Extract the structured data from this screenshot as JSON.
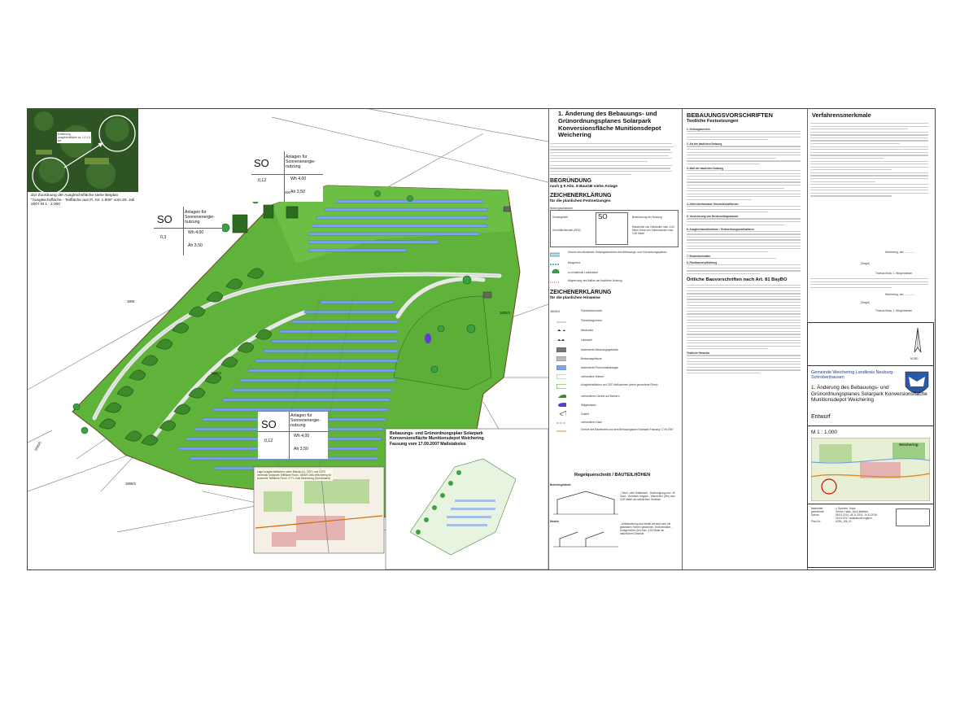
{
  "inset": {
    "marker_label": "Entfernung Ausgleichsfläche ca. 1,0-1,5 km",
    "caption": "Zur Zuordnung der Ausgleichsfläche siehe Beiplan \"Ausgleichsfläche - Teilfläche aus Fl.-Nr. 1.808\" vom 20. Juli 2007 M 1 : 2.000"
  },
  "map": {
    "labels": {
      "so_top": "SO",
      "so_top_text": "Anlagen für Sonnenenergie-nutzung",
      "so_top_grz": "0,12",
      "so_top_wh": "Wh 4,00",
      "so_top_ah": "Ah 3,50",
      "so_left": "SO",
      "so_left_text": "Anlagen für Sonnenenergie-nutzung",
      "so_left_grz": "0,3",
      "so_left_wh": "Wh 4,00",
      "so_left_ah": "Ah 3,50",
      "so_bottom": "SO",
      "so_bottom_text": "Anlagen für Sonnenenergie-nutzung",
      "so_bottom_grz": "0,12",
      "so_bottom_wh": "Wh 4,00",
      "so_bottom_ah": "Ah 3,50",
      "parcel_491": "491",
      "parcel_1805_a": "1805",
      "parcel_1805_4a": "1805/4",
      "parcel_1805_4b": "1805/4",
      "parcel_1805_5": "1805/5",
      "parcel_1805_3": "1805/3"
    },
    "location_inset_title": "Lage Ausgleichsflächen: siehe Beiplan A1, CEF1 und CEF2 innerhalb Solarpark Teilfläche Flurnr. 1805/4 Gmk Weichering für Ausbreite Teilfläche Flurnr. 2771 Gmk Weichering (Gehölzband)"
  },
  "overview": {
    "title": "Bebauungs- und Grünordnungsplan Solarpark Konversionsfläche Munitionsdepot Weichering Fassung vom 17.09.2007 Maßstabslos"
  },
  "col2": {
    "title": "1. Änderung des Bebauungs- und Grünordnungsplanes Solarpark Konversionsfläche Munitionsdepot Weichering",
    "begruendung": "BEGRÜNDUNG",
    "begruendung_sub": "nach § 9 Abs. 8 BauGB siehe Anlage",
    "zeichen1": "ZEICHENERKLÄRUNG",
    "zeichen1_sub": "für die planlichen Festsetzungen",
    "nutzung_label": "Nutzungsschablone",
    "schablone": {
      "left1": "Sondergebiet",
      "left2": "Grundflächenzahl (GRZ)",
      "so": "SO",
      "right_title": "Bezeichnung der Nutzung",
      "right_text": "Wandhöhe von Gebäuden max. 4,00 Meter Höhe von Solarmodulen max. 3,50 Meter"
    },
    "legend1": [
      "Grenze des räumlichen Geltungsbereiches des Bebauungs- und Grünordnungsplanes",
      "Baugrenze",
      "zu erhaltende Laubbäume",
      "Abgrenzung des Maßes der baulichen Nutzung"
    ],
    "zeichen2": "ZEICHENERKLÄRUNG",
    "zeichen2_sub": "für die planlichen Hinweise",
    "legend2": [
      "Flurstücksnummer",
      "Flurstücksgrenzen",
      "Mischwald",
      "Laubwald",
      "bestehende Bebauungsgebäude",
      "Bestandsgebäude",
      "bestehende Photovoltaikanlagen",
      "vorhandene Wiesen",
      "Ausgleichsflächen und CEF-Maßnahmen (siehe gesonderte Pläne)",
      "vorhandenes Gehölz auf Bunkern",
      "Stillgewässer",
      "Zufahrt",
      "vorhandener Zaun",
      "Grenze des Bauflerales aus dem Bebauungsplan Solarpark Fassung 17.09.2007"
    ],
    "legend2_num": "1805/4",
    "regel_title": "Regelquerschnitt / BAUTEILHÖHEN",
    "betrieb": "Betriebsgebäude",
    "betrieb_text": "- Flach- oder Satteldach - Dachneigung max. 30 Grad - Grünfach möglich - Wandhöhe (Wh) max. 4,00 Meter ab natürlichem Gelände",
    "module": "Module",
    "module_text": "- Aufständerung aus Metall verzinkt oder mit gedeckten Farben gestrichen, Erdbohrstäbe - Anlagenhöhe (Ah) max. 3,50 Meter ab natürlichem Gelände"
  },
  "col3": {
    "title": "BEBAUUNGSVORSCHRIFTEN",
    "subtitle": "Textliche Festsetzungen",
    "sections": [
      "1. Geltungsbereich",
      "2. Art der baulichen Nutzung",
      "3. Maß der baulichen Nutzung",
      "4. Nicht überbaubare Grundstücksflächen",
      "5. Versickerung von Niederschlagswasser",
      "6. Ausgleichsmaßnahmen / Grünordnungsmaßnahmen",
      "7. Bodendenkmäler",
      "8. Rückbauverpflichtung"
    ],
    "oertlich": "Örtliche Bauvorschriften nach Art. 81 BayBO",
    "hinweise": "Textliche Hinweise"
  },
  "col4": {
    "title": "Verfahrensmerkmale",
    "sig_place1": "Weichering, den ...............",
    "sig_seal1": "(Siegel)",
    "sig_name1": "Thomas Mack, 1. Bürgermeister",
    "sig_place2": "Weichering, den ...............",
    "sig_seal2": "(Siegel)",
    "sig_name2": "Thomas Mack, 1. Bürgermeister",
    "north": "NORD",
    "municipality": "Gemeinde Weichering Landkreis Neuburg-Schrobenhausen",
    "plan_title": "1. Änderung des Bebauungs- und Grünordnungsplanes Solarpark Konversionsfläche Munitionsdepot Weichering",
    "status": "Entwurf",
    "scale": "M  1 : 1.000",
    "map_town": "Weichering",
    "meta": [
      {
        "k": "bearbeitet:",
        "v": "v. Spreeen, Haas"
      },
      {
        "k": "gezeichnet:",
        "v": "Grimm, Haas, Zach-Mathieu"
      },
      {
        "k": "Datum:",
        "v": "08.04.2014, 04.11.2014, 14.11.2016"
      },
      {
        "k": "",
        "v": "15.04.2017 redaktionell ergänzt"
      },
      {
        "k": "Plan-Nr.:",
        "v": "A294_106_01"
      }
    ]
  },
  "colors": {
    "green": "#5fb33a",
    "green_light": "#8fd46a",
    "tree": "#2f8f2f",
    "panel": "#7ea6df",
    "forest": "#3e7a2f",
    "red": "#c0392b"
  }
}
